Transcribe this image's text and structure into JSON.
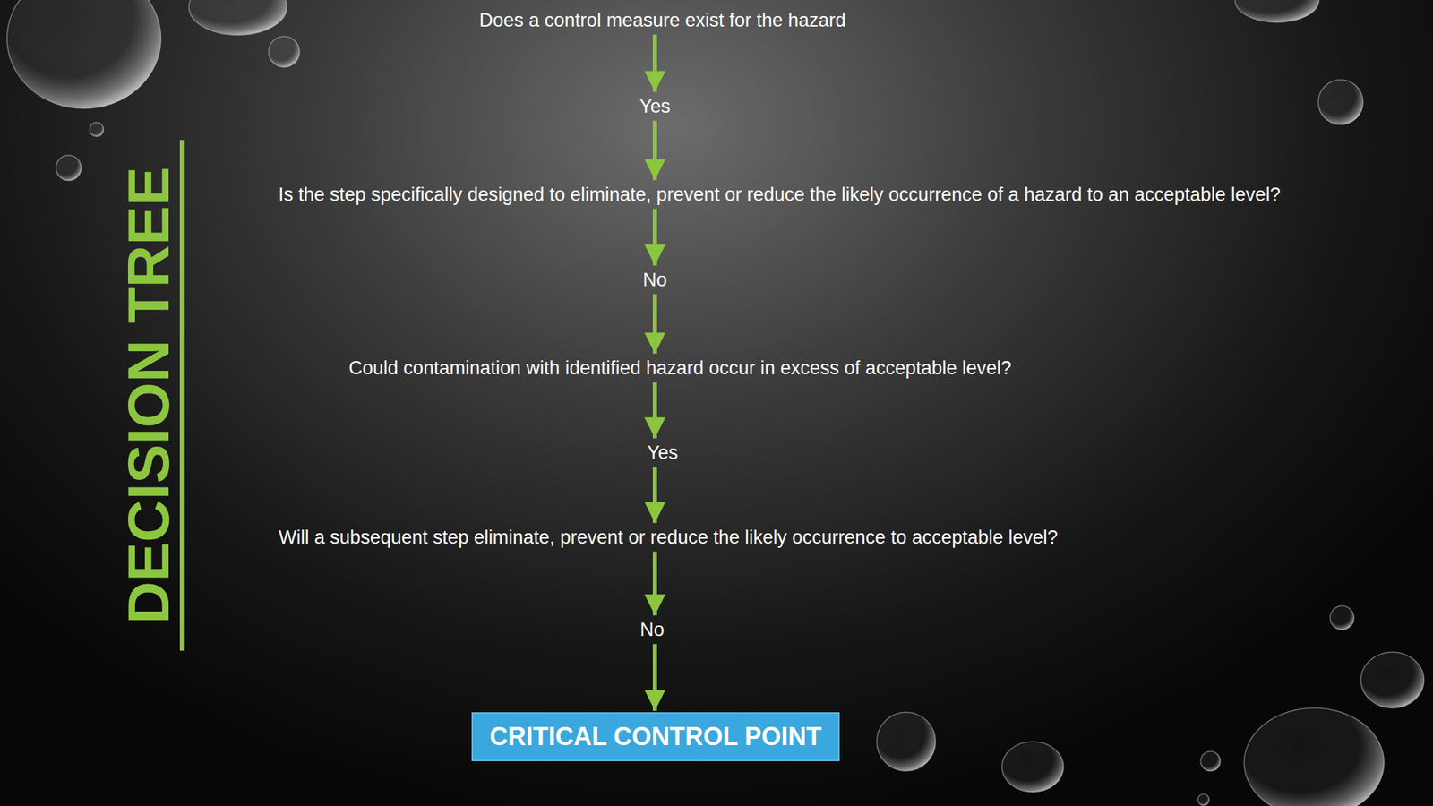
{
  "diagram": {
    "title": "DECISION TREE",
    "nodes": [
      {
        "text": [
          "Does a control measure exist for the hazard"
        ]
      },
      {
        "text": [
          "Yes"
        ]
      },
      {
        "text": [
          "Is the step specifically designed to eliminate, prevent or reduce the likely occurrence of a hazard to an acceptable level?"
        ]
      },
      {
        "text": [
          "No"
        ]
      },
      {
        "text": [
          "Could contamination with identified hazard occur in excess of acceptable level?"
        ]
      },
      {
        "text": [
          "Yes"
        ]
      },
      {
        "text": [
          "Will a subsequent step eliminate, prevent or reduce the likely occurrence to acceptable level?"
        ]
      },
      {
        "text": [
          "No"
        ]
      },
      {
        "text": [
          "CRITICAL CONTROL POINT"
        ]
      }
    ],
    "edges": [
      {
        "from": 0,
        "to": 1,
        "arrow": "to"
      },
      {
        "from": 1,
        "to": 2,
        "arrow": "to"
      },
      {
        "from": 2,
        "to": 3,
        "arrow": "to"
      },
      {
        "from": 3,
        "to": 4,
        "arrow": "to"
      },
      {
        "from": 4,
        "to": 5,
        "arrow": "to"
      },
      {
        "from": 5,
        "to": 6,
        "arrow": "to"
      },
      {
        "from": 6,
        "to": 7,
        "arrow": "to"
      },
      {
        "from": 7,
        "to": 8,
        "arrow": "to"
      }
    ]
  }
}
